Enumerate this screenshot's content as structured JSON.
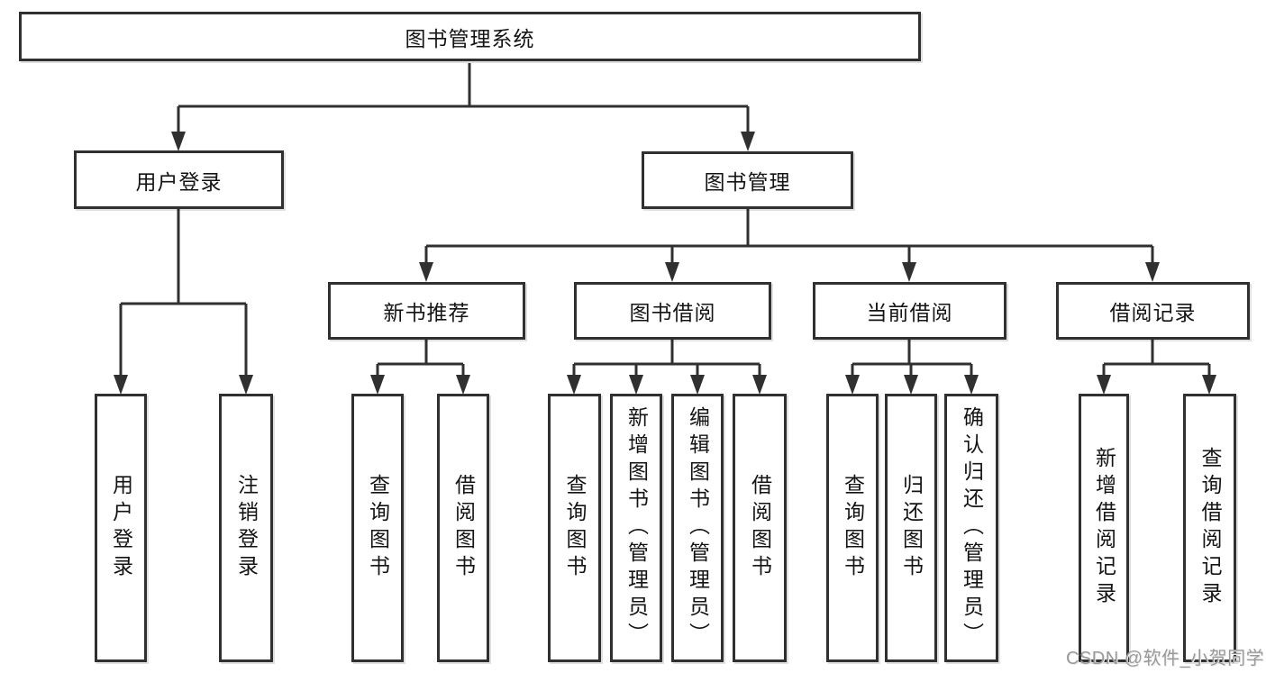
{
  "tree": {
    "label": "图书管理系统",
    "children": [
      {
        "label": "用户登录",
        "children": [
          {
            "label": "用户登录"
          },
          {
            "label": "注销登录"
          }
        ]
      },
      {
        "label": "图书管理",
        "children": [
          {
            "label": "新书推荐",
            "children": [
              {
                "label": "查询图书"
              },
              {
                "label": "借阅图书"
              }
            ]
          },
          {
            "label": "图书借阅",
            "children": [
              {
                "label": "查询图书"
              },
              {
                "label": "新增图书（管理员）"
              },
              {
                "label": "编辑图书（管理员）"
              },
              {
                "label": "借阅图书"
              }
            ]
          },
          {
            "label": "当前借阅",
            "children": [
              {
                "label": "查询图书"
              },
              {
                "label": "归还图书"
              },
              {
                "label": "确认归还（管理员）"
              }
            ]
          },
          {
            "label": "借阅记录",
            "children": [
              {
                "label": "新增借阅记录"
              },
              {
                "label": "查询借阅记录"
              }
            ]
          }
        ]
      }
    ]
  },
  "watermark": {
    "text": "CSDN @软件_小贺同学"
  },
  "colors": {
    "line": "#303030",
    "text": "#141414",
    "box_background": "#ffffff",
    "watermark": "#9a9a9a",
    "background": "#ffffff"
  }
}
